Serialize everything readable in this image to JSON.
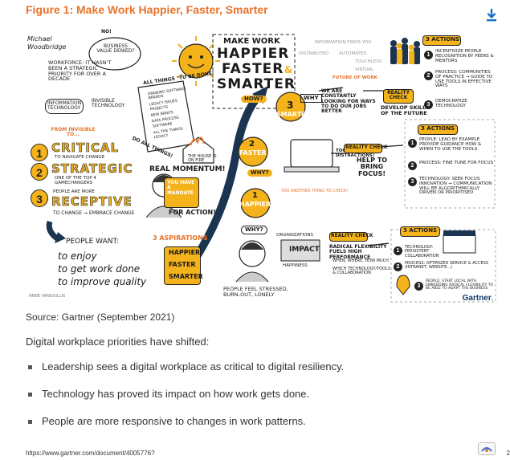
{
  "figure": {
    "title": "Figure 1: Make Work Happier, Faster, Smarter"
  },
  "sketch": {
    "author": {
      "line1": "Michael",
      "line2": "Woodbridge"
    },
    "business_value": "BUSINESS VALUE DENIED?",
    "no": "NO!",
    "workforce": "WORKFORCE: IT HASN'T BEEN A STRATEGIC PRIORITY FOR OVER A DECADE",
    "info_tech": "INFORMATION TECHNOLOGY",
    "invisible_tech": "INVISIBLE TECHNOLOGY",
    "all_things": "ALL THINGS \"TO BE DONE\"",
    "todo_list": [
      "DRAWING SOFTWARE",
      "BRANDS",
      "LEGACY ISSUES",
      "PROJECTS",
      "NEW BRIEFS",
      "DATA PROCESS",
      "SOFTWARE",
      "ALL THE THINGS",
      "LEGACY"
    ],
    "do_all": "DO ALL THINGS!",
    "house_fire": "THE HOUSE IS ON FIRE",
    "from_invisible": "FROM INVISIBLE TO...",
    "critical": "CRITICAL",
    "critical_sub": "TO NAVIGATE CHANGE",
    "strategic": "STRATEGIC",
    "strategic_sub": "ONE OF THE TOP 4 GAMECHANGERS",
    "receptive_pre": "PEOPLE ARE MORE",
    "receptive": "RECEPTIVE",
    "receptive_sub": "TO CHANGE → EMBRACE CHANGE",
    "real_momentum": "REAL MOMENTUM!",
    "mandate": "YOU HAVE A MANDATE",
    "for_action": "FOR ACTION!",
    "make_work": "MAKE WORK",
    "happier_big": "HAPPIER",
    "faster_big": "FASTER",
    "smarter_big": "SMARTER",
    "and": "&",
    "how": "HOW?",
    "future_items": [
      "INFORMATION FINDS YOU",
      "DISTRIBUTED",
      "AUTOMATED",
      "TOUCHLESS",
      "VIRTUAL"
    ],
    "future_of_work": "FUTURE OF WORK",
    "smarter_num": "3",
    "smarter_label": "SMARTER",
    "why_1": "WHY",
    "we_are": "WE ARE CONSTANTLY LOOKING FOR WAYS TO DO OUR JOBS BETTER",
    "reality_check": "REALITY CHECK",
    "develop_skills": "DEVELOP SKILLS OF THE FUTURE",
    "actions_label": "3 ACTIONS",
    "actions_smarter": [
      {
        "num": "1",
        "text": "INCENTIVIZE PEOPLE RECOGNITION BY PEERS & MENTORS"
      },
      {
        "num": "2",
        "text": "PROCESS: COMMUNITIES OF PRACTICE → GUIDE TO USE TOOLS IN EFFECTIVE WAYS"
      },
      {
        "num": "3",
        "text": "DEMOCRATIZE TECHNOLOGY"
      }
    ],
    "faster_num": "2",
    "faster_label": "FASTER",
    "why_2": "WHY?",
    "too_many": "TOO MANY DISTRACTIONS!",
    "help_to_bring": "HELP TO BRING FOCUS!",
    "another_thing": "YOU ANOTHER THING TO CHECK!",
    "actions_faster": [
      {
        "num": "1",
        "text": "PEOPLE: LEAD BY EXAMPLE PROVIDE GUIDANCE HOW & WHEN TO USE THE TOOLS"
      },
      {
        "num": "2",
        "text": "PROCESS: FINE TUNE FOR FOCUS"
      },
      {
        "num": "3",
        "text": "TECHNOLOGY: SEEK FOCUS INNOVATION → COMMUNICATION WILL BE ALGORITHMICALLY DRIVEN OR PRIORITISED"
      }
    ],
    "happier_num": "1",
    "happier_label": "HAPPIER",
    "why_3": "WHY?",
    "organizations": "ORGANIZATIONS",
    "impact": "IMPACT",
    "happiness": "HAPPINESS",
    "radical_flex": "RADICAL FLEXIBILITY FUELS HIGH PERFORMANCE",
    "flex_items": [
      "WHEN, WHERE, HOW MUCH",
      "WHICH TECHNOLOGY/TOOLS & COLLABORATION"
    ],
    "actions_happier": [
      {
        "num": "1",
        "text": "TECHNOLOGY: PERSISTENT COLLABORATION"
      },
      {
        "num": "2",
        "text": "PROCESS: OPTIMIZED SERVICE & ACCESS (INTRANET, WEBSITE...)"
      },
      {
        "num": "3",
        "text": "PEOPLE: START LOCAL WITH EMBEDDING RADICAL FLEXIBILITY TO BE ABLE TO ADAPT THE BUSINESS"
      }
    ],
    "people_feel": "PEOPLE FEEL STRESSED, BURN-OUT, LONELY",
    "people_want": "PEOPLE WANT:",
    "wants": [
      "to enjoy",
      "to get work done",
      "to improve quality"
    ],
    "aspirations": "3 ASPIRATIONS",
    "asp_list": [
      "HAPPIER",
      "FASTER",
      "SMARTER"
    ],
    "signature": "ANNE VANDUILLIS",
    "gartner": "Gartner"
  },
  "source": "Source: Gartner (September 2021)",
  "intro": "Digital workplace priorities have shifted:",
  "bullets": [
    "Leadership sees a digital workplace as critical to digital resiliency.",
    "Technology has proved its impact on how work gets done.",
    "People are more responsive to changes in work patterns."
  ],
  "footer": {
    "url": "https://www.gartner.com/document/4005776?",
    "page": "2"
  },
  "colors": {
    "title": "#e8732a",
    "accent": "#f4b21b",
    "ink": "#1b1b1b",
    "download": "#1a73c8"
  }
}
